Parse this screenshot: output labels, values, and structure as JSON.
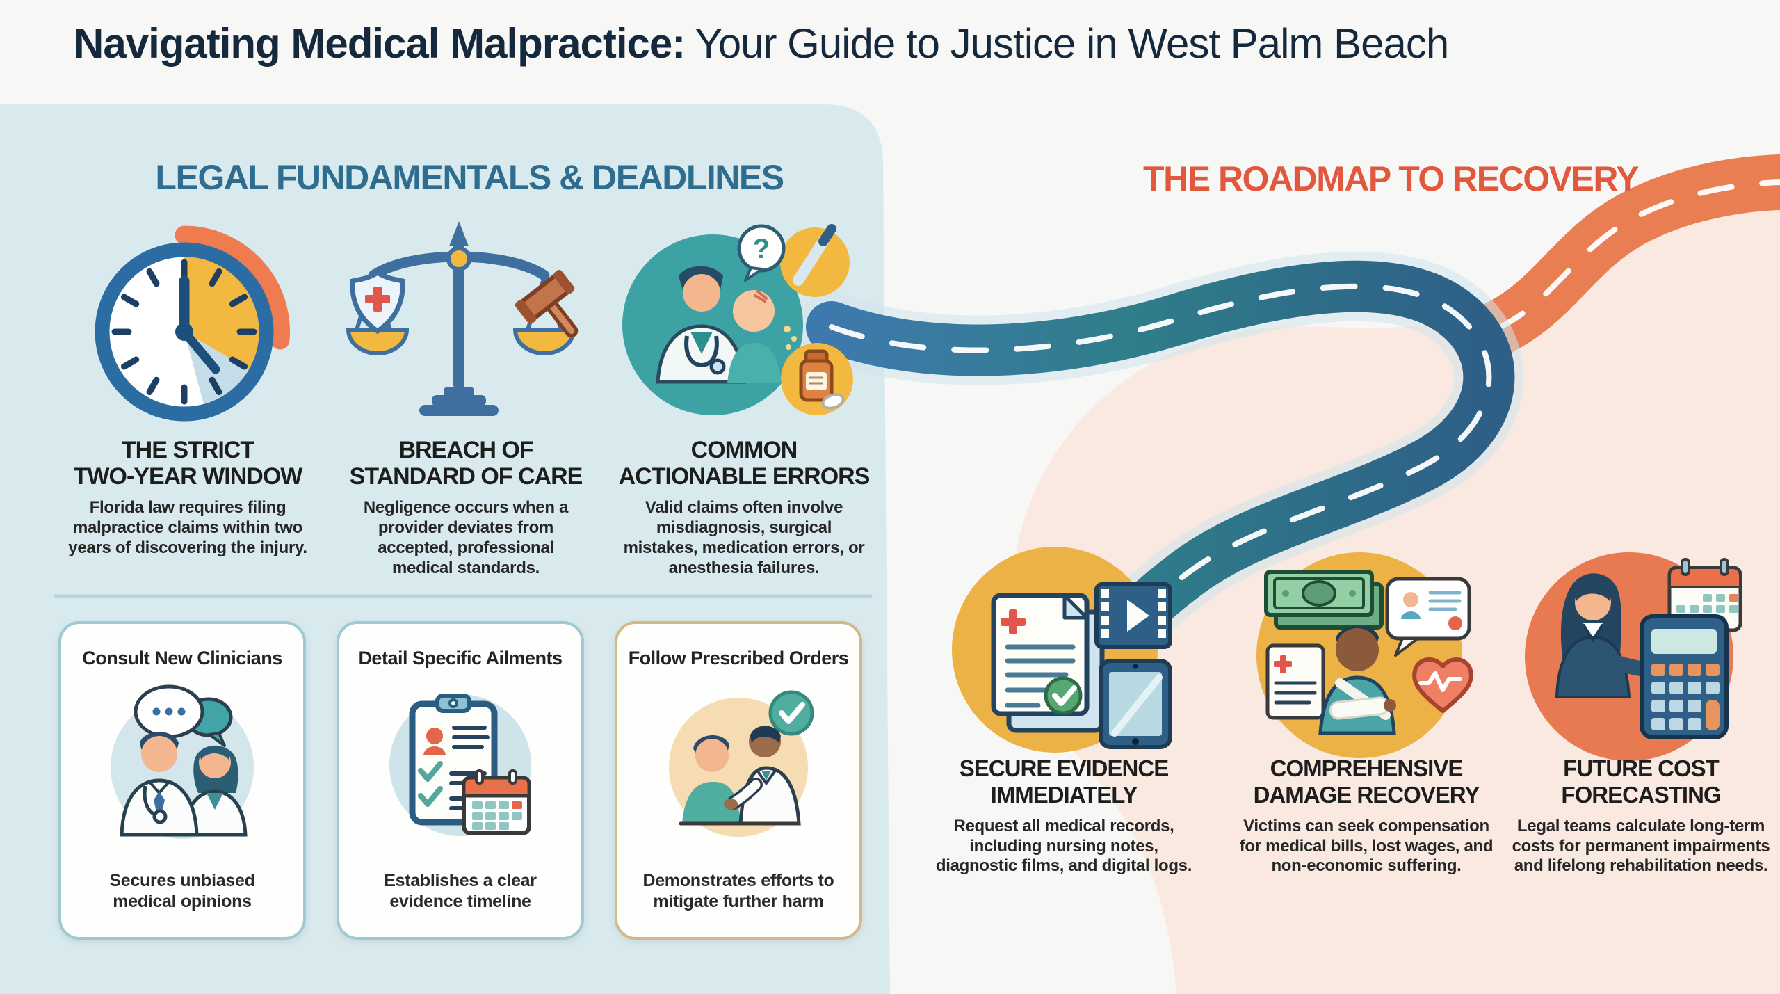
{
  "title": {
    "bold": "Navigating Medical Malpractice:",
    "regular": "Your Guide to Justice in West Palm Beach"
  },
  "left_section": {
    "heading": "LEGAL FUNDAMENTALS & DEADLINES",
    "items": [
      {
        "icon": "clock-deadline-icon",
        "title_line1": "THE STRICT",
        "title_line2": "TWO-YEAR WINDOW",
        "body": "Florida law requires filing malpractice claims within two years of discovering the injury."
      },
      {
        "icon": "scales-of-justice-icon",
        "title_line1": "BREACH OF",
        "title_line2": "STANDARD OF CARE",
        "body": "Negligence occurs when a provider deviates from accepted, professional medical standards."
      },
      {
        "icon": "doctor-patient-error-icon",
        "title_line1": "COMMON",
        "title_line2": "ACTIONABLE ERRORS",
        "body": "Valid claims often involve misdiagnosis, surgical mistakes, medication errors, or anesthesia failures."
      }
    ],
    "cards": [
      {
        "icon": "clinicians-consult-icon",
        "title": "Consult New Clinicians",
        "caption": "Secures unbiased medical opinions"
      },
      {
        "icon": "clipboard-calendar-icon",
        "title": "Detail Specific Ailments",
        "caption": "Establishes a clear evidence timeline"
      },
      {
        "icon": "doctor-patient-check-icon",
        "title": "Follow Prescribed Orders",
        "caption": "Demonstrates efforts to mitigate further harm"
      }
    ]
  },
  "right_section": {
    "heading": "THE ROADMAP TO RECOVERY",
    "steps": [
      {
        "icon": "secure-evidence-icon",
        "title_line1": "SECURE EVIDENCE",
        "title_line2": "IMMEDIATELY",
        "body": "Request all medical records, including nursing notes, diagnostic films, and digital logs."
      },
      {
        "icon": "damage-recovery-icon",
        "title_line1": "COMPREHENSIVE",
        "title_line2": "DAMAGE RECOVERY",
        "body": "Victims can seek compensation for medical bills, lost wages, and non-economic suffering."
      },
      {
        "icon": "cost-forecasting-icon",
        "title_line1": "FUTURE COST",
        "title_line2": "FORECASTING",
        "body": "Legal teams calculate long-term costs for permanent impairments and lifelong rehabilitation needs."
      }
    ]
  },
  "colors": {
    "title_text": "#16293c",
    "left_heading": "#2e6d90",
    "right_heading": "#e0593f",
    "panel_blue": "#d9eaee",
    "panel_pink": "#f9e9e1",
    "road_blue": "#3e79ad",
    "road_teal": "#2f7e8a",
    "road_navy": "#2e5f87",
    "road_orange": "#e97e52",
    "step_circle_yellow": "#ecb246",
    "step_circle_orange": "#e87a52",
    "card_border_teal": "#9fc9d3",
    "card_border_gold": "#d4b887"
  }
}
